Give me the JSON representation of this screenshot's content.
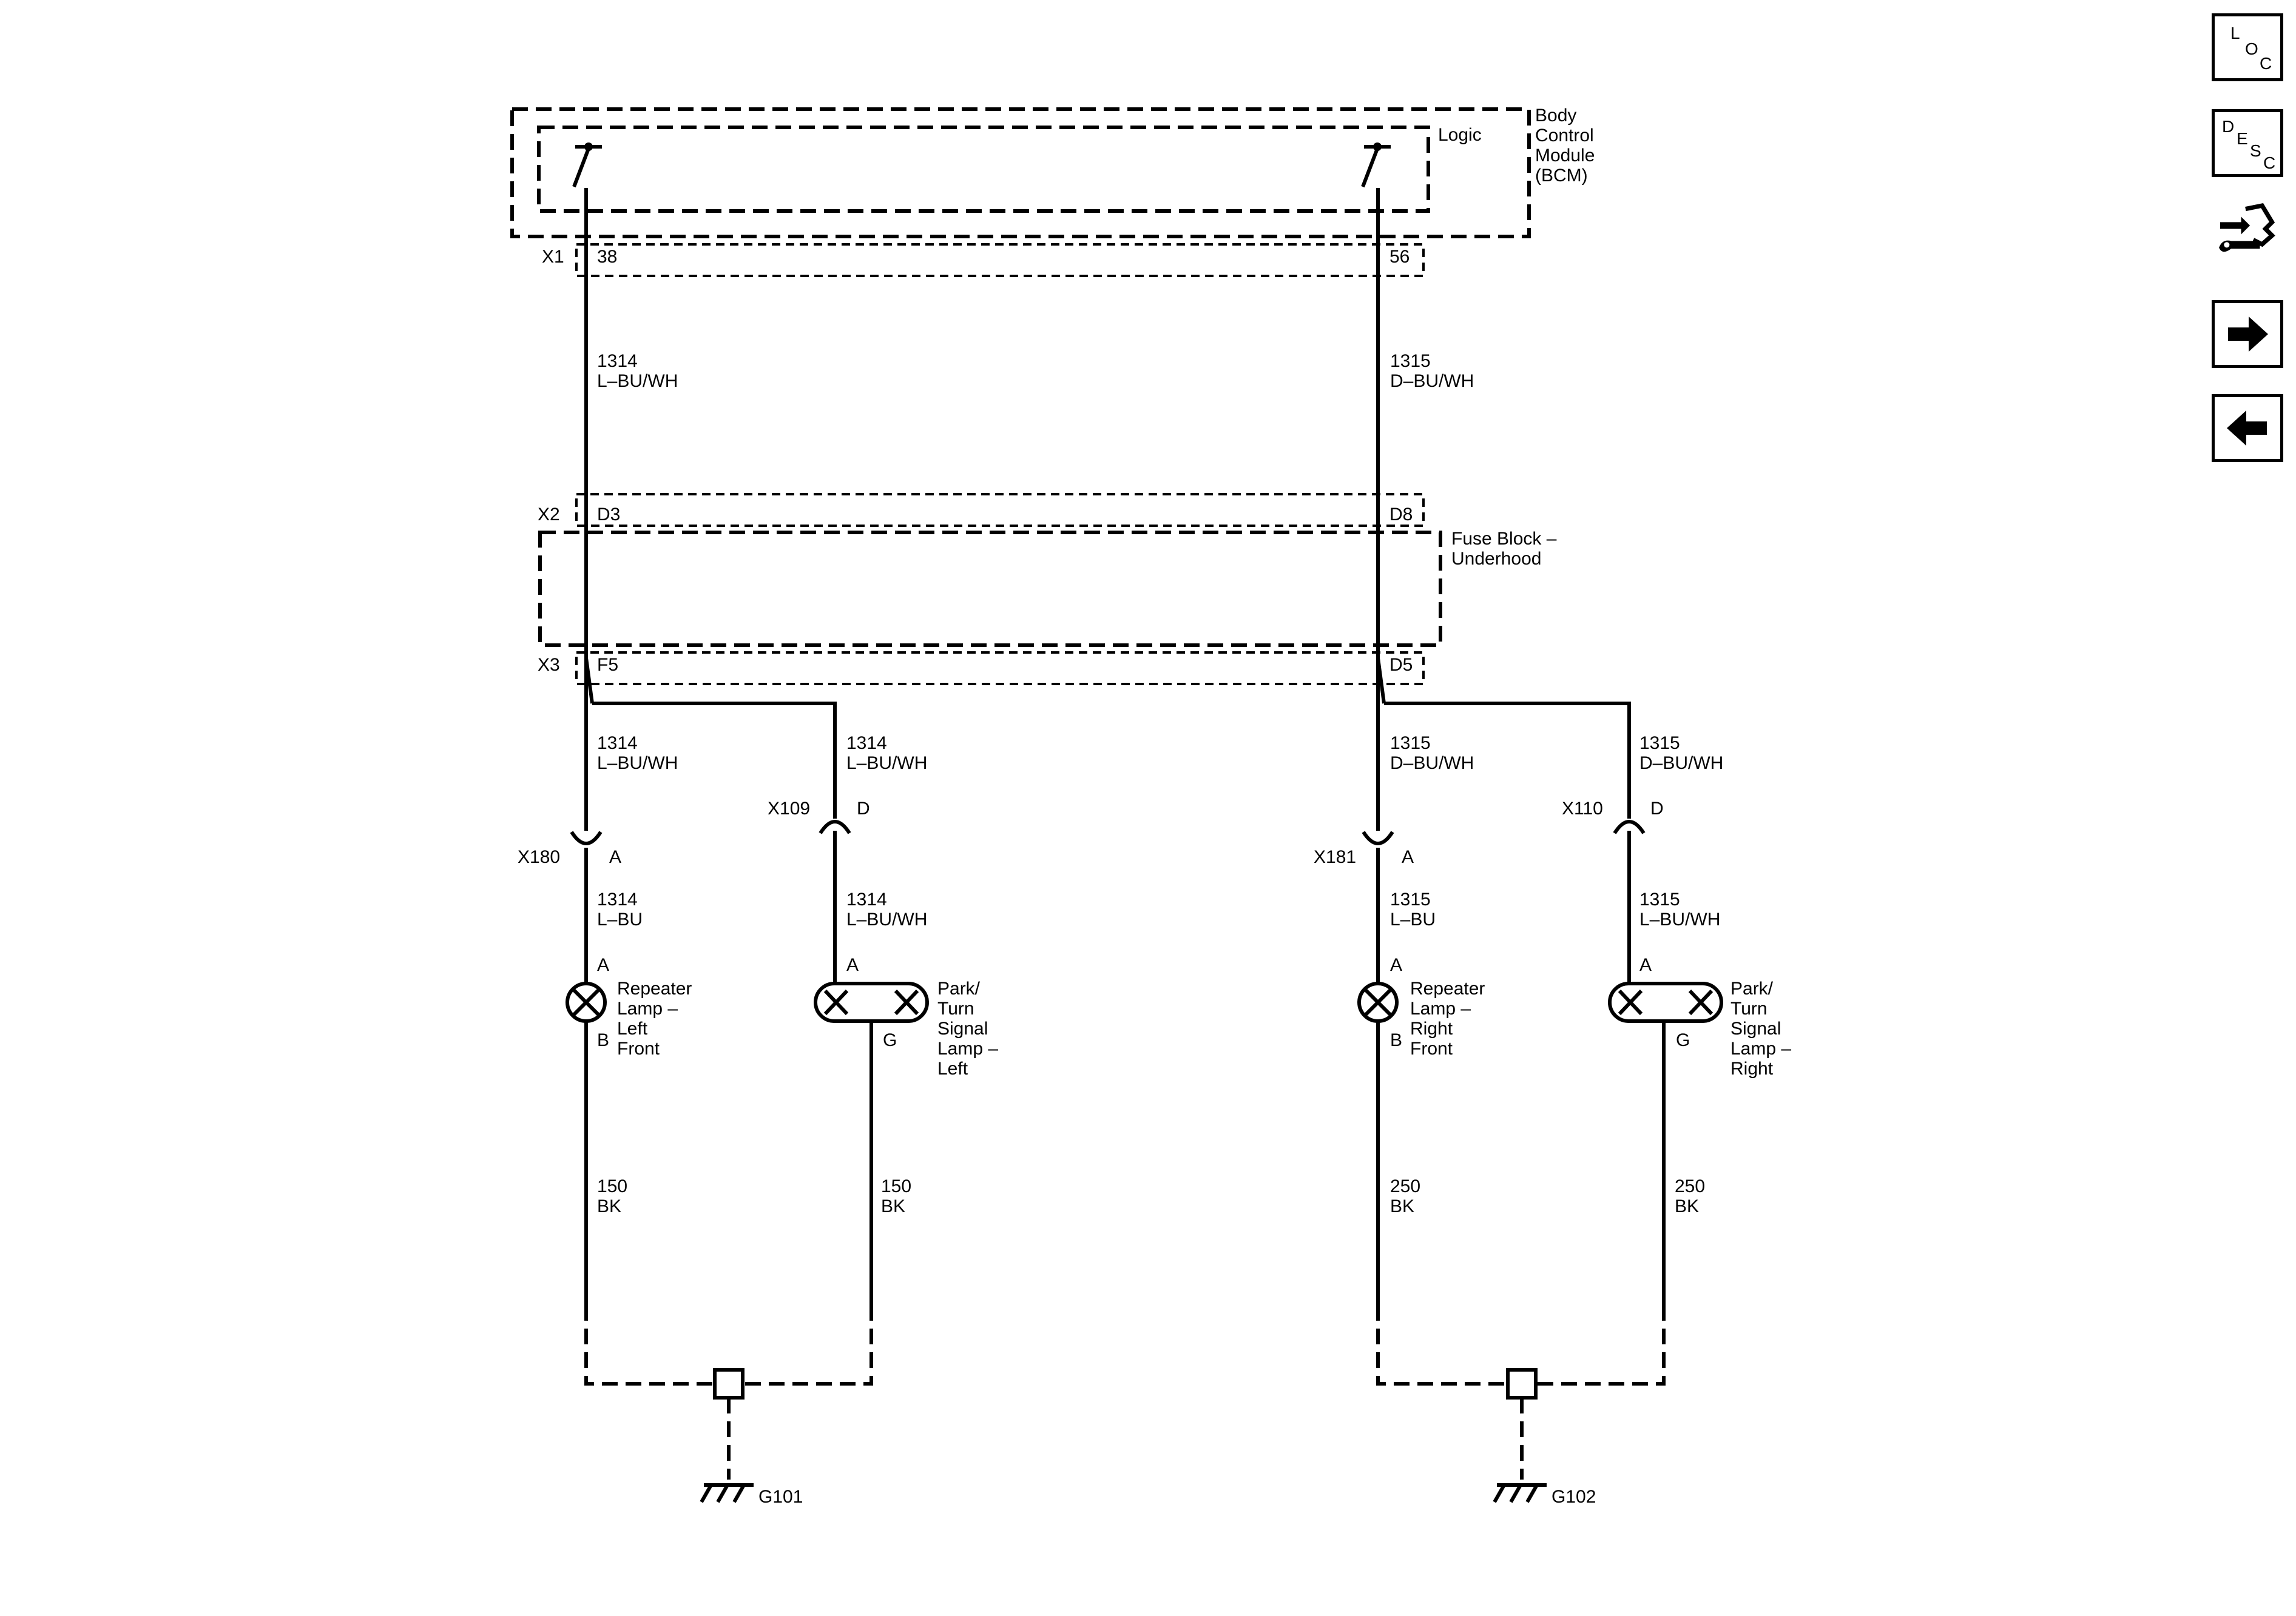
{
  "modules": {
    "bcm": {
      "name_lines": [
        "Body",
        "Control",
        "Module",
        "(BCM)"
      ],
      "logic_label": "Logic"
    },
    "fuse_block": {
      "name_lines": [
        "Fuse Block –",
        "Underhood"
      ]
    }
  },
  "connectors": {
    "x1": {
      "name": "X1",
      "pin_left": "38",
      "pin_right": "56"
    },
    "x2": {
      "name": "X2",
      "pin_left": "D3",
      "pin_right": "D8"
    },
    "x3": {
      "name": "X3",
      "pin_left": "F5",
      "pin_right": "D5"
    },
    "x180": {
      "name": "X180",
      "pin": "A"
    },
    "x109": {
      "name": "X109",
      "pin": "D"
    },
    "x181": {
      "name": "X181",
      "pin": "A"
    },
    "x110": {
      "name": "X110",
      "pin": "D"
    }
  },
  "wires": {
    "w1314_bcm": {
      "circuit": "1314",
      "color": "L–BU/WH"
    },
    "w1315_bcm": {
      "circuit": "1315",
      "color": "D–BU/WH"
    },
    "w1314_a": {
      "circuit": "1314",
      "color": "L–BU/WH"
    },
    "w1314_b": {
      "circuit": "1314",
      "color": "L–BU/WH"
    },
    "w1315_a": {
      "circuit": "1315",
      "color": "D–BU/WH"
    },
    "w1315_b": {
      "circuit": "1315",
      "color": "D–BU/WH"
    },
    "w1314_c": {
      "circuit": "1314",
      "color": "L–BU"
    },
    "w1314_d": {
      "circuit": "1314",
      "color": "L–BU/WH"
    },
    "w1315_c": {
      "circuit": "1315",
      "color": "L–BU"
    },
    "w1315_d": {
      "circuit": "1315",
      "color": "L–BU/WH"
    },
    "w150_a": {
      "circuit": "150",
      "color": "BK"
    },
    "w150_b": {
      "circuit": "150",
      "color": "BK"
    },
    "w250_a": {
      "circuit": "250",
      "color": "BK"
    },
    "w250_b": {
      "circuit": "250",
      "color": "BK"
    }
  },
  "lamps": {
    "repeater_left": {
      "lines": [
        "Repeater",
        "Lamp –",
        "Left",
        "Front"
      ],
      "pin_top": "A",
      "pin_bottom": "B"
    },
    "park_left": {
      "lines": [
        "Park/",
        "Turn",
        "Signal",
        "Lamp –",
        "Left"
      ],
      "pin_top": "A",
      "pin_bottom": "G"
    },
    "repeater_right": {
      "lines": [
        "Repeater",
        "Lamp –",
        "Right",
        "Front"
      ],
      "pin_top": "A",
      "pin_bottom": "B"
    },
    "park_right": {
      "lines": [
        "Park/",
        "Turn",
        "Signal",
        "Lamp –",
        "Right"
      ],
      "pin_top": "A",
      "pin_bottom": "G"
    }
  },
  "grounds": {
    "g101": {
      "name": "G101"
    },
    "g102": {
      "name": "G102"
    }
  },
  "nav": {
    "loc": {
      "letters": [
        "L",
        "O",
        "C"
      ],
      "icon": "location-icon"
    },
    "desc": {
      "letters": [
        "D",
        "E",
        "S",
        "C"
      ],
      "icon": "description-icon"
    },
    "connector": {
      "icon": "connector-repair-icon"
    },
    "next": {
      "icon": "arrow-right-icon"
    },
    "prev": {
      "icon": "arrow-left-icon"
    }
  }
}
